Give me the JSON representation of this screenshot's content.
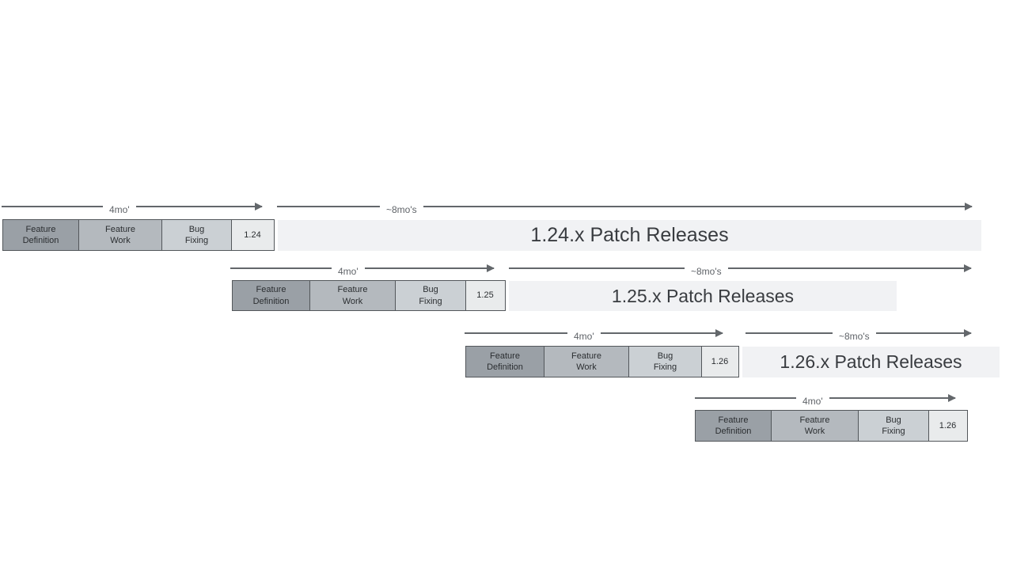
{
  "colors": {
    "feature_definition_fill": "#9aa0a6",
    "feature_work_fill": "#b4b9be",
    "bug_fixing_fill": "#cbd0d4",
    "version_box_fill": "#e9ebec",
    "box_border": "#53575b",
    "patch_bar_fill": "#f1f2f4",
    "arrow_line": "#63676b",
    "duration_label_text": "#5f6368",
    "box_text": "#2b2e31",
    "patch_text": "#393c40"
  },
  "rows": [
    {
      "version": "1.24",
      "dev_duration_label": "4mo'",
      "patch_duration_label": "~8mo's",
      "feature_definition": "Feature\nDefinition",
      "feature_work": "Feature\nWork",
      "bug_fixing": "Bug\nFixing",
      "patch_releases": "1.24.x Patch Releases"
    },
    {
      "version": "1.25",
      "dev_duration_label": "4mo'",
      "patch_duration_label": "~8mo's",
      "feature_definition": "Feature\nDefinition",
      "feature_work": "Feature\nWork",
      "bug_fixing": "Bug\nFixing",
      "patch_releases": "1.25.x Patch Releases"
    },
    {
      "version": "1.26",
      "dev_duration_label": "4mo'",
      "patch_duration_label": "~8mo's",
      "feature_definition": "Feature\nDefinition",
      "feature_work": "Feature\nWork",
      "bug_fixing": "Bug\nFixing",
      "patch_releases": "1.26.x Patch Releases"
    },
    {
      "version": "1.26",
      "dev_duration_label": "4mo'",
      "feature_definition": "Feature\nDefinition",
      "feature_work": "Feature\nWork",
      "bug_fixing": "Bug\nFixing"
    }
  ]
}
